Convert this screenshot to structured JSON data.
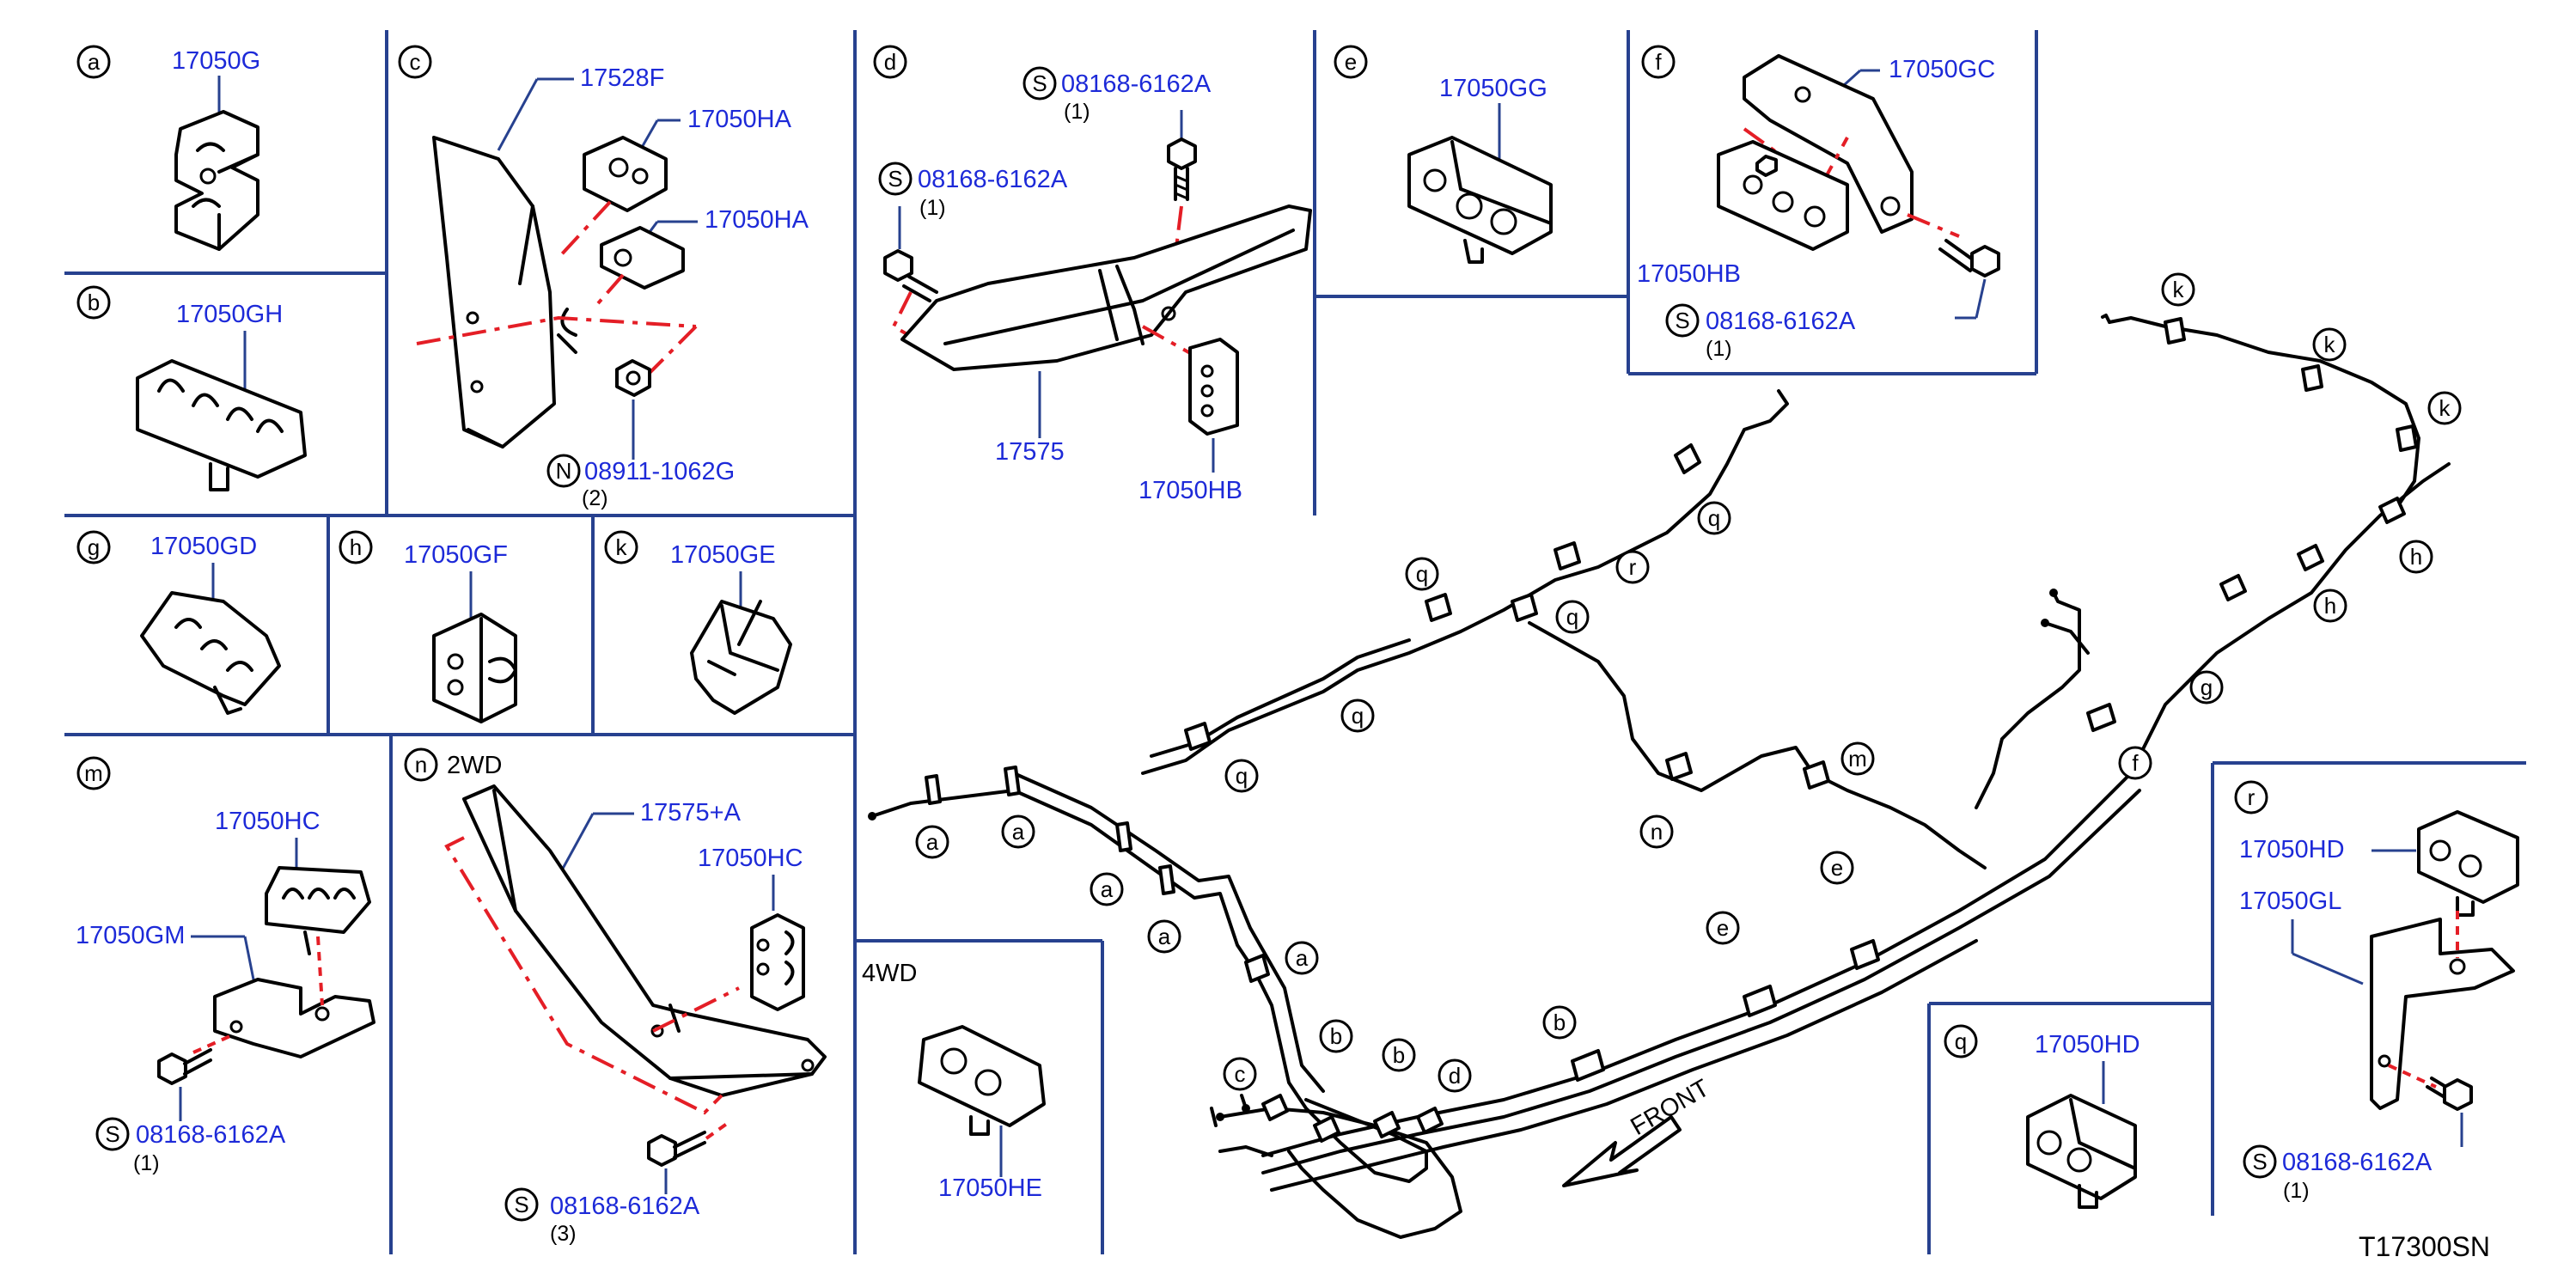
{
  "panels": {
    "a": {
      "letter": "a",
      "part": "17050G"
    },
    "b": {
      "letter": "b",
      "part": "17050GH"
    },
    "c": {
      "letter": "c",
      "parts": [
        "17528F",
        "17050HA",
        "17050HA"
      ],
      "nut_symbol": "N",
      "nut": "08911-1062G",
      "nut_qty": "(2)"
    },
    "d": {
      "letter": "d",
      "bolt_symbol": "S",
      "bolt": "08168-6162A",
      "bolt_qty": "(1)",
      "bolt2_symbol": "S",
      "bolt2": "08168-6162A",
      "bolt2_qty": "(1)",
      "parts": [
        "17575",
        "17050HB"
      ]
    },
    "e": {
      "letter": "e",
      "part": "17050GG"
    },
    "f": {
      "letter": "f",
      "parts": [
        "17050GC",
        "17050HB"
      ],
      "bolt_symbol": "S",
      "bolt": "08168-6162A",
      "bolt_qty": "(1)"
    },
    "g": {
      "letter": "g",
      "part": "17050GD"
    },
    "h": {
      "letter": "h",
      "part": "17050GF"
    },
    "k": {
      "letter": "k",
      "part": "17050GE"
    },
    "m": {
      "letter": "m",
      "parts": [
        "17050HC",
        "17050GM"
      ],
      "bolt_symbol": "S",
      "bolt": "08168-6162A",
      "bolt_qty": "(1)"
    },
    "n": {
      "letter": "n",
      "variant": "2WD",
      "parts": [
        "17575+A",
        "17050HC"
      ],
      "bolt_symbol": "S",
      "bolt": "08168-6162A",
      "bolt_qty": "(3)"
    },
    "n4wd": {
      "variant": "4WD",
      "part": "17050HE"
    },
    "q": {
      "letter": "q",
      "part": "17050HD"
    },
    "r": {
      "letter": "r",
      "parts": [
        "17050HD",
        "17050GL"
      ],
      "bolt_symbol": "S",
      "bolt": "08168-6162A",
      "bolt_qty": "(1)"
    }
  },
  "main_callouts": {
    "a": "a",
    "b": "b",
    "c": "c",
    "d": "d",
    "e": "e",
    "f": "f",
    "g": "g",
    "h": "h",
    "k": "k",
    "m": "m",
    "n": "n",
    "q": "q",
    "r": "r"
  },
  "front_label": "FRONT",
  "reference_code": "T17300SN",
  "colors": {
    "frame": "#27418f",
    "part_number": "#1d2ad8",
    "dashed_link": "#e41e26",
    "line": "#000000"
  }
}
